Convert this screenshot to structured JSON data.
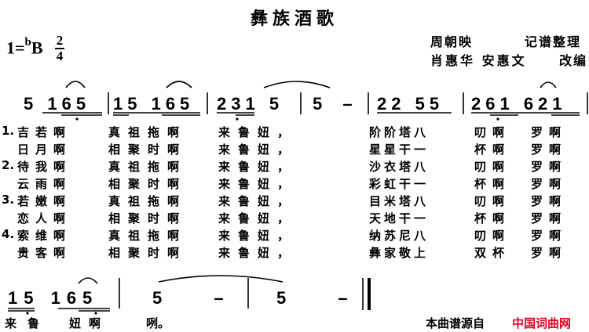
{
  "title": "彝族酒歌",
  "key": {
    "prefix": "1=",
    "flat": "b",
    "note": "B"
  },
  "meter": {
    "top": "2",
    "bottom": "4"
  },
  "credits": {
    "line1_name": "周朝映",
    "line1_role": "记谱整理",
    "line2_names": "肖惠华  安惠文",
    "line2_role": "改编"
  },
  "staff1": {
    "m1": "5 165",
    "m2": "15 165",
    "m3": "231 5",
    "m4": "5 –",
    "m5": "22 55",
    "m6": "261 621"
  },
  "lyrics": [
    {
      "n": "1.",
      "a": "吉若啊",
      "b": "真祖拖啊",
      "c": "来鲁妞，",
      "d": "阶阶塔八",
      "e": "叨啊",
      "f": "罗啊"
    },
    {
      "n": "",
      "a": "日月啊",
      "b": "相聚时啊",
      "c": "来鲁妞，",
      "d": "星星干一",
      "e": "杯啊",
      "f": "罗啊"
    },
    {
      "n": "2.",
      "a": "待我啊",
      "b": "真祖拖啊",
      "c": "来鲁妞，",
      "d": "沙衣塔八",
      "e": "叨啊",
      "f": "罗啊"
    },
    {
      "n": "",
      "a": "云雨啊",
      "b": "相聚时啊",
      "c": "来鲁妞，",
      "d": "彩虹干一",
      "e": "杯啊",
      "f": "罗啊"
    },
    {
      "n": "3.",
      "a": "若嫩啊",
      "b": "真祖拖啊",
      "c": "来鲁妞，",
      "d": "目米塔八",
      "e": "叨啊",
      "f": "罗啊"
    },
    {
      "n": "",
      "a": "恋人啊",
      "b": "相聚时啊",
      "c": "来鲁妞，",
      "d": "天地干一",
      "e": "杯啊",
      "f": "罗啊"
    },
    {
      "n": "4.",
      "a": "索维啊",
      "b": "真祖拖啊",
      "c": "来鲁妞，",
      "d": "纳苏尼八",
      "e": "叨啊",
      "f": "罗啊"
    },
    {
      "n": "",
      "a": "贵客啊",
      "b": "相聚时啊",
      "c": "来鲁妞，",
      "d": "彝家敬上",
      "e": "双杯",
      "f": "罗啊"
    }
  ],
  "staff2": {
    "m1": "15 165",
    "m2": "5 –",
    "m3": "5 –"
  },
  "final_lyrics": {
    "a": "来鲁",
    "b": "妞啊",
    "c": "咧。"
  },
  "source": {
    "label": "本曲谱源自",
    "site": "中国词曲网"
  }
}
